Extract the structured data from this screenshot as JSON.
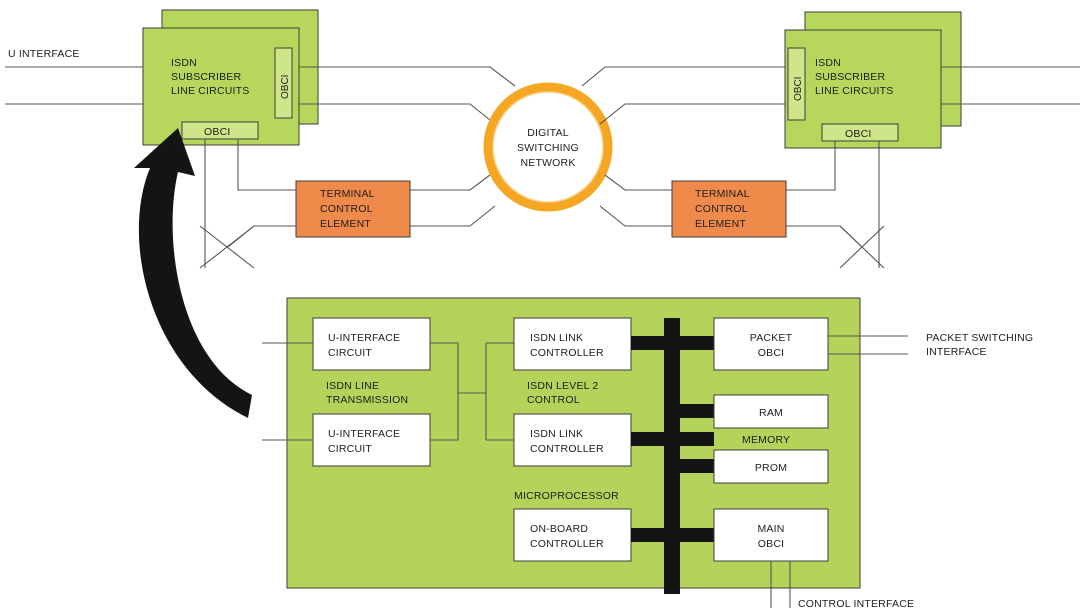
{
  "colors": {
    "card_green": "#b7d65c",
    "board_green": "#b5d35a",
    "tce_orange": "#f08a4b",
    "ring_orange": "#f5a623",
    "bus_black": "#141414",
    "wire_gray": "#555555"
  },
  "top": {
    "u_interface_label": "U INTERFACE",
    "left_card": {
      "title": [
        "ISDN",
        "SUBSCRIBER",
        "LINE CIRCUITS"
      ],
      "side_tag": "OBCI",
      "bottom_tag": "OBCI"
    },
    "right_card": {
      "title": [
        "ISDN",
        "SUBSCRIBER",
        "LINE CIRCUITS"
      ],
      "side_tag": "OBCI",
      "bottom_tag": "OBCI"
    },
    "switching_network": [
      "DIGITAL",
      "SWITCHING",
      "NETWORK"
    ],
    "left_tce": [
      "TERMINAL",
      "CONTROL",
      "ELEMENT"
    ],
    "right_tce": [
      "TERMINAL",
      "CONTROL",
      "ELEMENT"
    ]
  },
  "board": {
    "u_interface_1": [
      "U-INTERFACE",
      "CIRCUIT"
    ],
    "u_interface_2": [
      "U-INTERFACE",
      "CIRCUIT"
    ],
    "line_transmission_label": [
      "ISDN LINE",
      "TRANSMISSION"
    ],
    "link_controller_1": [
      "ISDN LINK",
      "CONTROLLER"
    ],
    "link_controller_2": [
      "ISDN LINK",
      "CONTROLLER"
    ],
    "level2_label": [
      "ISDN LEVEL 2",
      "CONTROL"
    ],
    "microprocessor_label": "MICROPROCESSOR",
    "onboard_controller": [
      "ON-BOARD",
      "CONTROLLER"
    ],
    "packet_obci": [
      "PACKET",
      "OBCI"
    ],
    "ram": "RAM",
    "memory_label": "MEMORY",
    "prom": "PROM",
    "main_obci": [
      "MAIN",
      "OBCI"
    ],
    "packet_switching_interface": [
      "PACKET SWITCHING",
      "INTERFACE"
    ],
    "control_interface": "CONTROL INTERFACE"
  }
}
